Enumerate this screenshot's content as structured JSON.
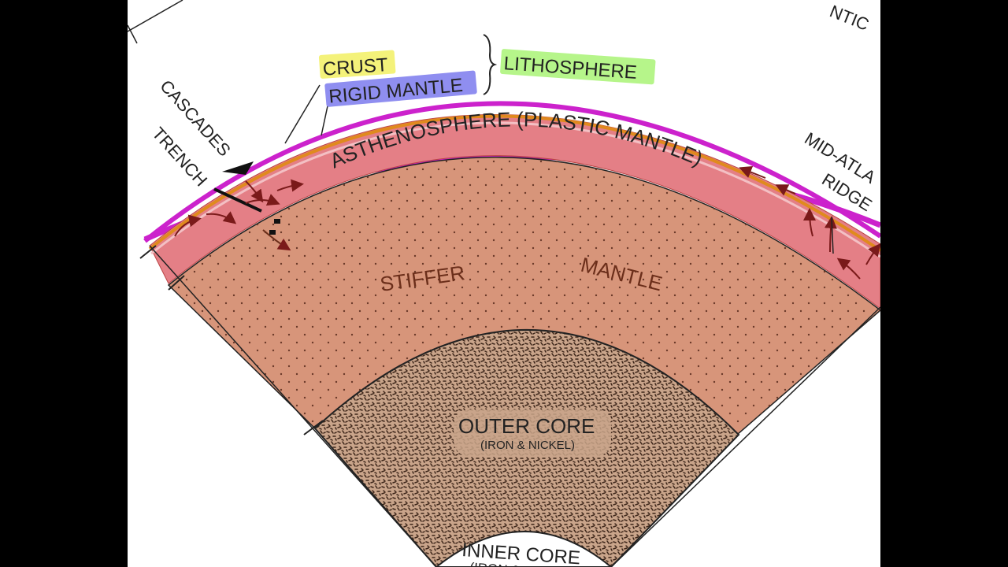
{
  "colors": {
    "background_bar": "#000000",
    "panel": "#ffffff",
    "crust_highlight": "#f4f27a",
    "rigid_mantle_highlight": "#8f8ef0",
    "lithosphere_highlight": "#b6f58a",
    "crust_line": "#cc22cc",
    "rigid_mantle_line": "#e08a1e",
    "asthenosphere": "#e47f86",
    "stiffer_mantle": "#d7957a",
    "outer_core": "#c49a80",
    "inner_core": "#ffffff",
    "arrow": "#7a1a1a"
  },
  "labels": {
    "top_right_fragment": "NTIC",
    "crust": "CRUST",
    "rigid_mantle": "RIGID MANTLE",
    "lithosphere": "LITHOSPHERE",
    "cascades": "CASCADES",
    "trench": "TRENCH",
    "asthenosphere": "ASTHENOSPHERE (PLASTIC MANTLE)",
    "mid_atlantic_1": "MID-ATLA",
    "mid_atlantic_2": "RIDGE",
    "stiffer": "STIFFER",
    "mantle": "MANTLE",
    "outer_core": "OUTER CORE",
    "outer_core_sub": "(IRON & NICKEL)",
    "inner_core": "INNER CORE",
    "inner_core_sub": "(IRON & NICKEL)"
  }
}
